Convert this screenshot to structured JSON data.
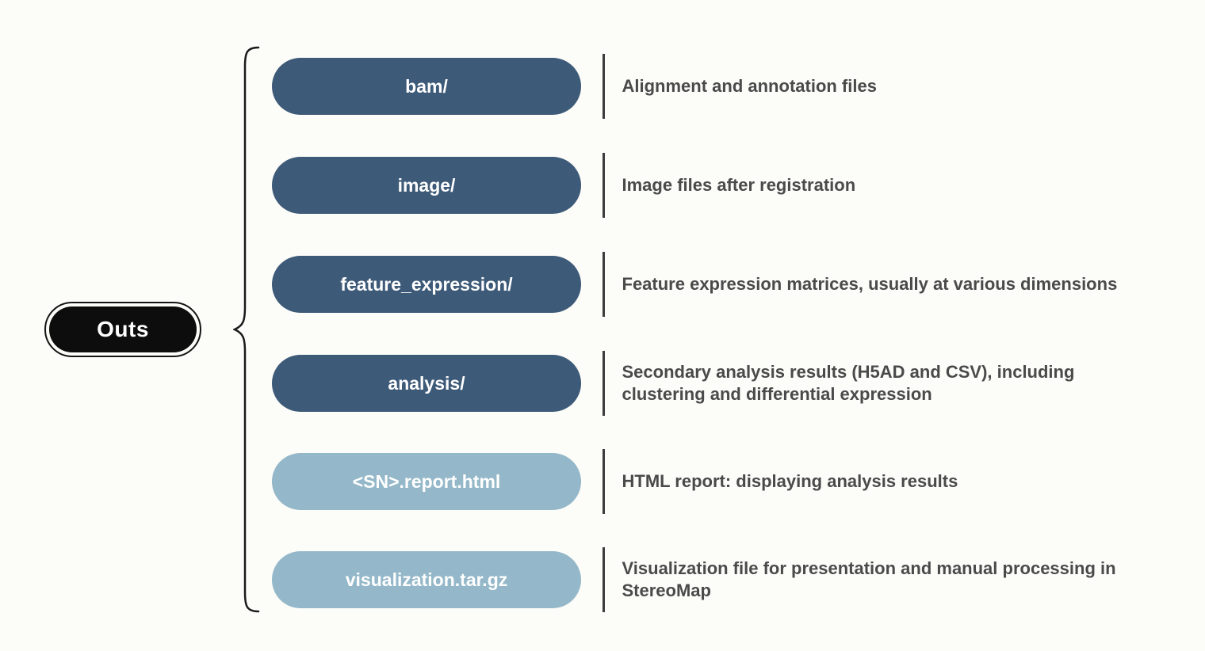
{
  "diagram": {
    "root": {
      "label": "Outs"
    },
    "rows": [
      {
        "label": "bam/",
        "description": "Alignment and annotation files",
        "tone": "dark"
      },
      {
        "label": "image/",
        "description": "Image files after registration",
        "tone": "dark"
      },
      {
        "label": "feature_expression/",
        "description": "Feature expression matrices, usually at various dimensions",
        "tone": "dark"
      },
      {
        "label": "analysis/",
        "description": "Secondary analysis results (H5AD and CSV), including clustering and differential expression",
        "tone": "dark"
      },
      {
        "label": "<SN>.report.html",
        "description": "HTML report: displaying analysis results",
        "tone": "light"
      },
      {
        "label": "visualization.tar.gz",
        "description": "Visualization file for presentation and manual processing in StereoMap",
        "tone": "light"
      }
    ],
    "colors": {
      "dark_pill": "#3d5a78",
      "light_pill": "#94b8c9",
      "root_background": "#0d0d0d",
      "description_text": "#4a4a4a"
    }
  }
}
